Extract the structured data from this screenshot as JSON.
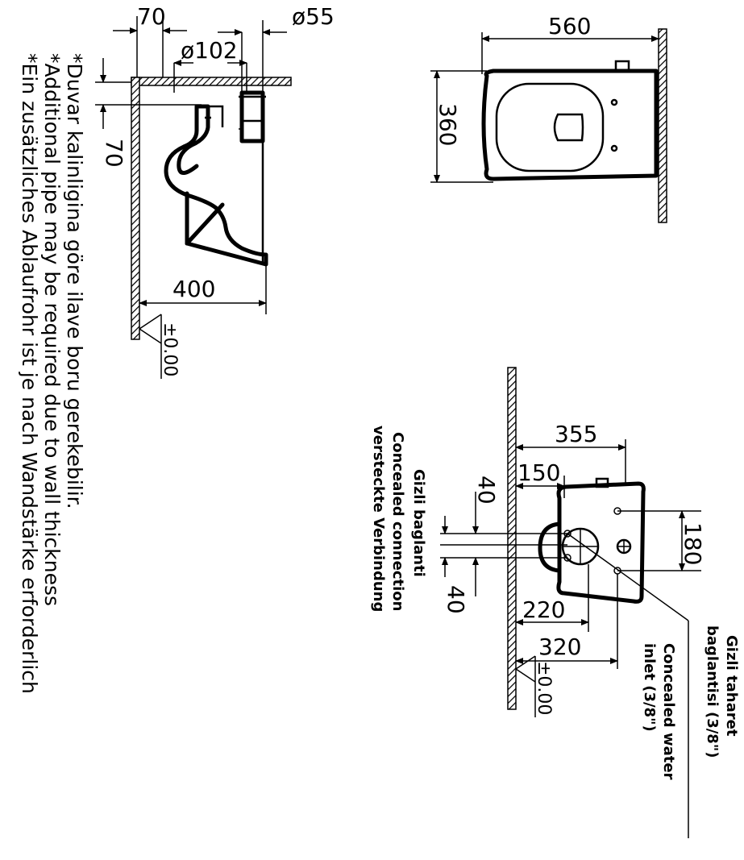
{
  "side_view": {
    "dim_top_left": "70",
    "dim_top_right": "ø55",
    "dim_pipe": "ø102",
    "dim_vertical": "70",
    "dim_depth": "400",
    "level": "±0.00"
  },
  "top_view": {
    "dim_length": "560",
    "dim_width": "360"
  },
  "bottom_view": {
    "dim_355": "355",
    "dim_150": "150",
    "dim_180": "180",
    "dim_220": "220",
    "dim_320": "320",
    "dim_40_a": "40",
    "dim_40_b": "40",
    "level": "±0.00"
  },
  "labels": {
    "concealed_connection": [
      "Gizli baglanti",
      "Concealed connection",
      "versteckte Verbindung"
    ],
    "concealed_inlet": [
      "Gizli taharet",
      "baglantisi (3/8\")",
      "Concealed water",
      "inlet (3/8\")"
    ]
  },
  "notes": [
    "*Duvar kalinligina göre ilave boru gerekebilir.",
    "*Additional pipe may be required due to wall thickness",
    "*Ein zusätzliches Ablaufrohr ist je nach Wandstärke erforderlich"
  ]
}
